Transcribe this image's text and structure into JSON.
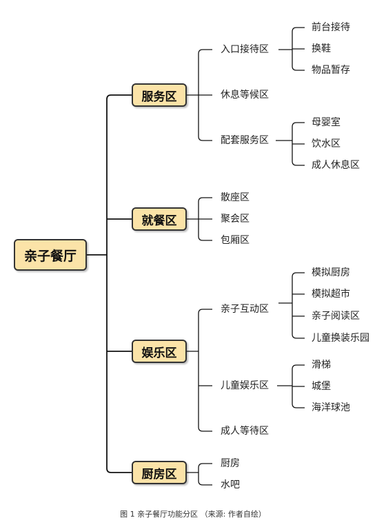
{
  "colors": {
    "box_fill": "#fbe3a8",
    "line": "#111111"
  },
  "root": {
    "label": "亲子餐厅"
  },
  "branches": [
    {
      "label": "服务区",
      "children": [
        {
          "label": "入口接待区",
          "children": [
            "前台接待",
            "换鞋",
            "物品暂存"
          ]
        },
        {
          "label": "休息等候区",
          "children": []
        },
        {
          "label": "配套服务区",
          "children": [
            "母婴室",
            "饮水区",
            "成人休息区"
          ]
        }
      ]
    },
    {
      "label": "就餐区",
      "children": [
        {
          "label": "散座区",
          "children": []
        },
        {
          "label": "聚会区",
          "children": []
        },
        {
          "label": "包厢区",
          "children": []
        }
      ]
    },
    {
      "label": "娱乐区",
      "children": [
        {
          "label": "亲子互动区",
          "children": [
            "模拟厨房",
            "模拟超市",
            "亲子阅读区",
            "儿童换装乐园"
          ]
        },
        {
          "label": "儿童娱乐区",
          "children": [
            "滑梯",
            "城堡",
            "海洋球池"
          ]
        },
        {
          "label": "成人等待区",
          "children": []
        }
      ]
    },
    {
      "label": "厨房区",
      "children": [
        {
          "label": "厨房",
          "children": []
        },
        {
          "label": "水吧",
          "children": []
        }
      ]
    }
  ],
  "caption": "图 1 亲子餐厅功能分区 （来源: 作者自绘）"
}
